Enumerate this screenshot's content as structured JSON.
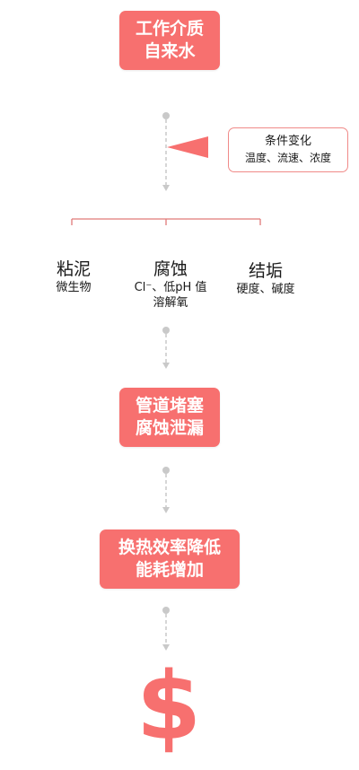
{
  "colors": {
    "accent": "#f7706f",
    "connector": "#c9c9c9",
    "bracket": "#e07a78"
  },
  "nodes": {
    "medium": [
      "工作介质",
      "自来水"
    ],
    "pipe": [
      "管道堵塞",
      "腐蚀泄漏"
    ],
    "efficiency": [
      "换热效率降低",
      "能耗增加"
    ]
  },
  "condition": {
    "title": "条件变化",
    "detail": "温度、流速、浓度"
  },
  "categories": {
    "sludge": {
      "title": "粘泥",
      "desc": [
        "微生物"
      ]
    },
    "corrosion": {
      "title": "腐蚀",
      "desc": [
        "Cl⁻、低pH 值",
        "溶解氧"
      ]
    },
    "scale": {
      "title": "结垢",
      "desc": [
        "硬度、碱度"
      ]
    }
  },
  "icons": {
    "arrow": "triangle-left-icon",
    "cost": "dollar-icon"
  },
  "cost_symbol": "$"
}
